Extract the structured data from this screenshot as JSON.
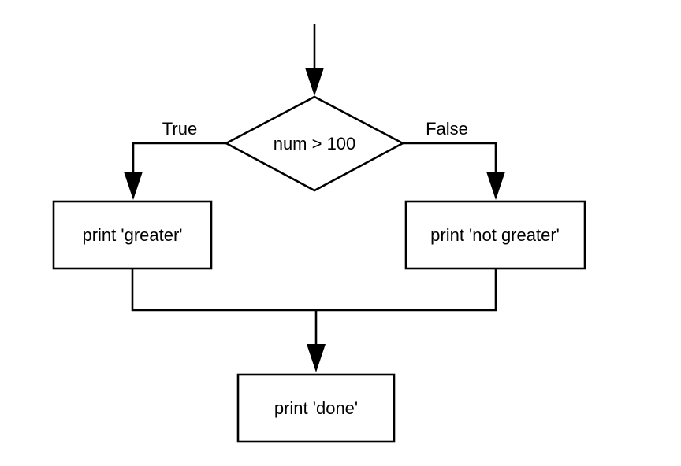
{
  "diagram": {
    "decision": {
      "label": "num > 100"
    },
    "branches": {
      "true_label": "True",
      "false_label": "False"
    },
    "boxes": {
      "greater": "print 'greater'",
      "not_greater": "print 'not greater'",
      "done": "print 'done'"
    }
  },
  "colors": {
    "stroke": "#000000",
    "background": "#ffffff"
  }
}
